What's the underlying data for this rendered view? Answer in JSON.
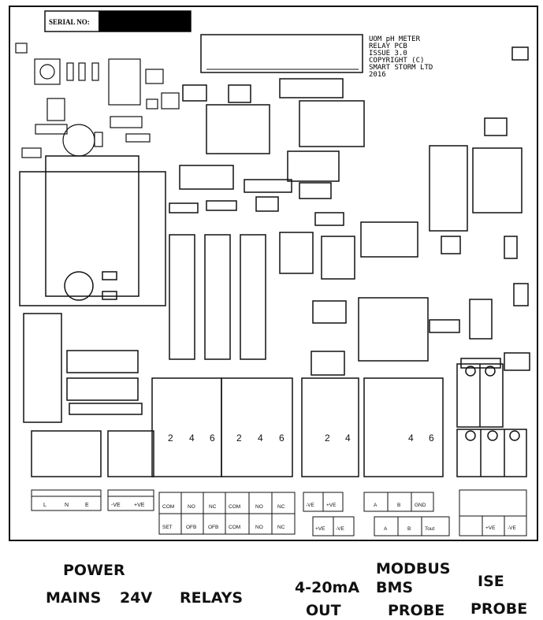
{
  "header": {
    "serial_label": "SERIAL NO:",
    "board_info": [
      "UOM pH METER",
      "RELAY PCB",
      "ISSUE 3.0",
      "COPYRIGHT (C)",
      "SMART STORM LTD",
      "2016"
    ]
  },
  "terminals": {
    "mains_row": [
      "L",
      "N",
      "E"
    ],
    "dc24_row": [
      "-VE",
      "+VE"
    ],
    "relay_top": [
      "COM",
      "NO",
      "NC",
      "COM",
      "NO",
      "NC"
    ],
    "relay_bottom": [
      "SET",
      "OFB",
      "OFB",
      "COM",
      "NO",
      "NC"
    ],
    "out_top": [
      "-VE",
      "+VE"
    ],
    "out_bottom": [
      "+VE",
      "-VE"
    ],
    "modbus_top": [
      "A",
      "B",
      "GND"
    ],
    "modbus_bottom": [
      "A",
      "B",
      "Tout"
    ],
    "ise_bottom": [
      "+VE",
      "-VE"
    ],
    "conn_numbers": [
      "2",
      "4",
      "6"
    ]
  },
  "bottom_labels": {
    "power": "POWER",
    "mains": "MAINS",
    "v24": "24V",
    "relays": "RELAYS",
    "out_420": "4-20mA",
    "out": "OUT",
    "modbus": "MODBUS",
    "bms": "BMS",
    "probe_bms": "PROBE",
    "ise": "ISE",
    "probe_ise": "PROBE"
  }
}
